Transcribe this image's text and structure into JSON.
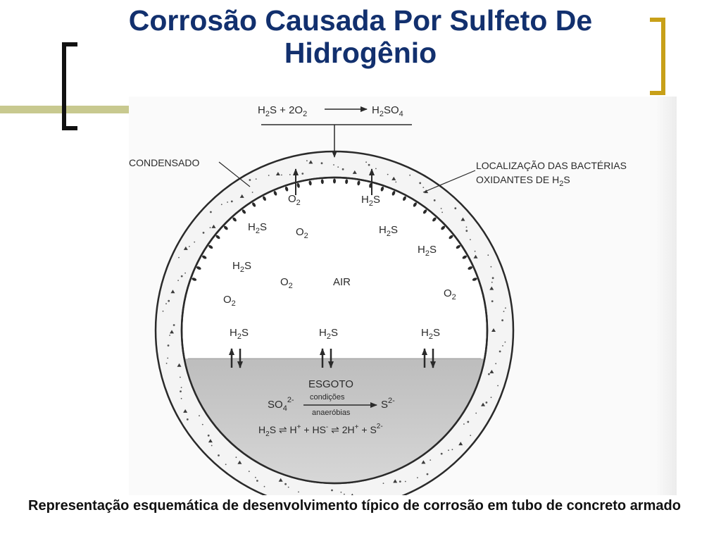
{
  "slide": {
    "title_line1": "Corrosão Causada Por Sulfeto De",
    "title_line2": "Hidrogênio",
    "caption": "Representação esquemática de desenvolvimento típico  de corrosão em tubo de concreto armado"
  },
  "diagram": {
    "top_reaction": {
      "left": "H2S + 2O2",
      "right": "H2SO4"
    },
    "label_condensado": "CONDENSADO",
    "label_bacteria_line1": "LOCALIZAÇÃO DAS BACTÉRIAS",
    "label_bacteria_line2": "OXIDANTES DE H2S",
    "label_air": "AIR",
    "label_esgoto": "ESGOTO",
    "reaction_so4": "SO4 2-",
    "reaction_condition_line1": "condições",
    "reaction_condition_line2": "anaeróbias",
    "reaction_s2": "S2-",
    "equilibrium": "H2S ⇌ H+ + HS- ⇌ 2H+ + S2-",
    "gas_h2s": "H2S",
    "gas_o2": "O2"
  },
  "colors": {
    "title": "#12306e",
    "left_bracket": "#111111",
    "right_bracket": "#c8a018",
    "deco_bar": "#c8c98f"
  }
}
